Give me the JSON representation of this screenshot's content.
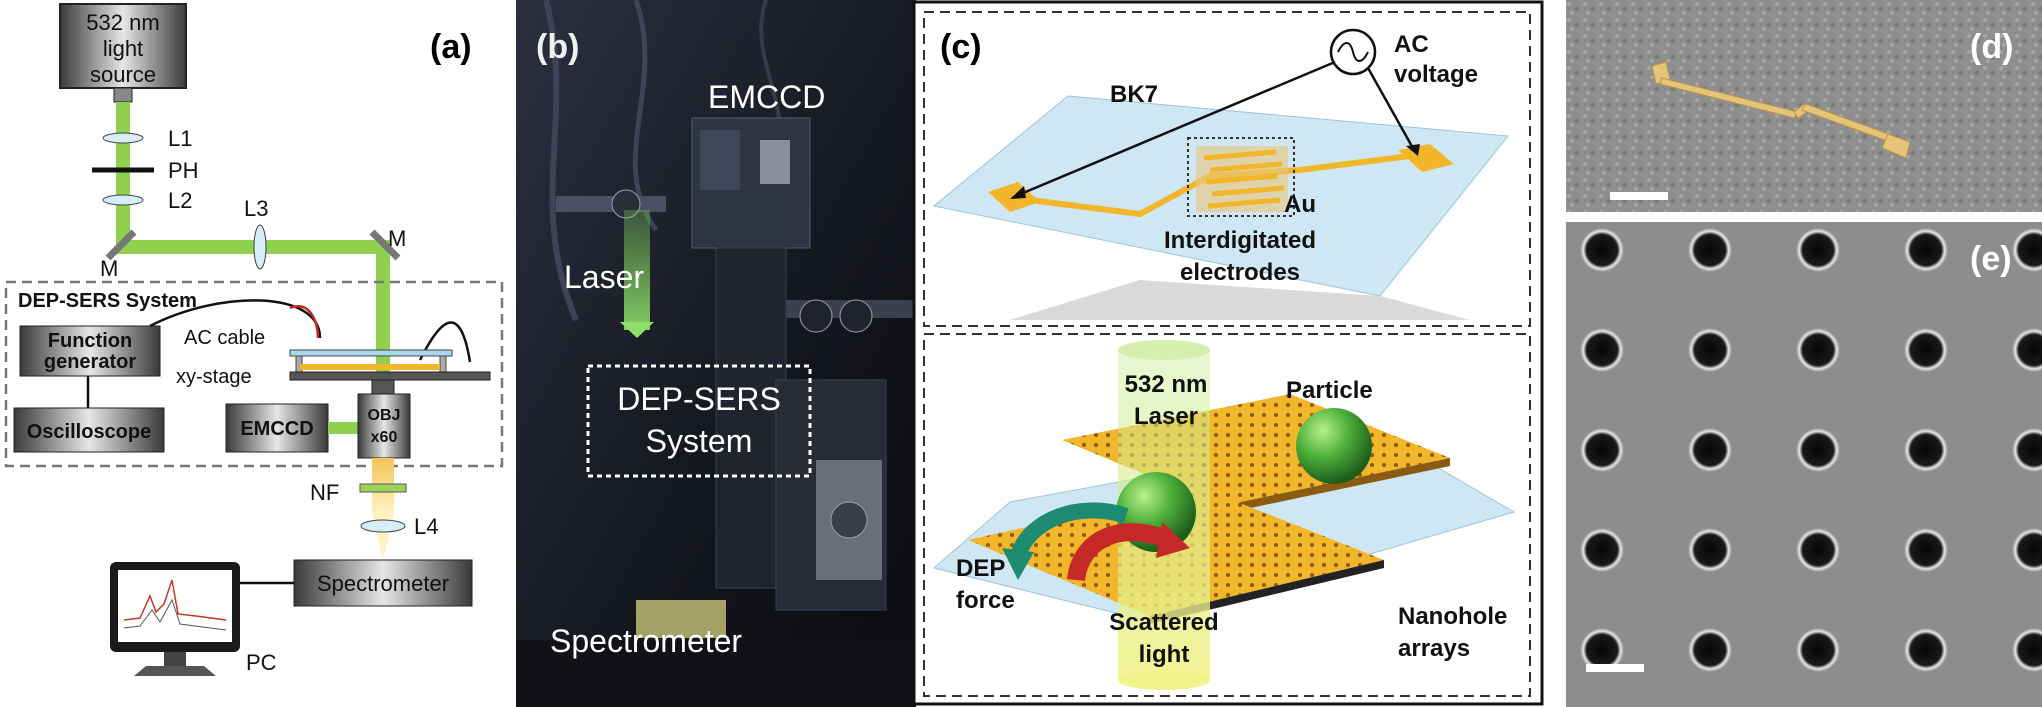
{
  "panel_a": {
    "panel_label": "(a)",
    "light_source": [
      "532 nm",
      "light",
      "source"
    ],
    "lens_l1": "L1",
    "pinhole": "PH",
    "lens_l2": "L2",
    "lens_l3": "L3",
    "mirror_left": "M",
    "mirror_right": "M",
    "system_title": "DEP-SERS System",
    "function_generator": [
      "Function",
      "generator"
    ],
    "ac_cable": "AC cable",
    "xy_stage": "xy-stage",
    "oscilloscope": "Oscilloscope",
    "emccd": "EMCCD",
    "objective": [
      "OBJ",
      "x60"
    ],
    "notch_filter": "NF",
    "lens_l4": "L4",
    "spectrometer": "Spectrometer",
    "pc": "PC"
  },
  "panel_b": {
    "panel_label": "(b)",
    "emccd": "EMCCD",
    "laser": "Laser",
    "system": [
      "DEP-SERS",
      "System"
    ],
    "spectrometer": "Spectrometer"
  },
  "panel_c": {
    "panel_label": "(c)",
    "ac_voltage": [
      "AC",
      "voltage"
    ],
    "substrate": "BK7",
    "metal": "Au",
    "electrodes": [
      "Interdigitated",
      "electrodes"
    ],
    "laser": [
      "532 nm",
      "Laser"
    ],
    "particle": "Particle",
    "dep_force": [
      "DEP",
      "force"
    ],
    "scattered": [
      "Scattered",
      "light"
    ],
    "nanohole": [
      "Nanohole",
      "arrays"
    ]
  },
  "panel_d": {
    "panel_label": "(d)"
  },
  "panel_e": {
    "panel_label": "(e)"
  },
  "colors": {
    "beam_green": "#8fd14f",
    "gold": "#f2b62b",
    "substrate_blue": "#cfe6f3",
    "sem_gray": "#8d8d8d"
  }
}
